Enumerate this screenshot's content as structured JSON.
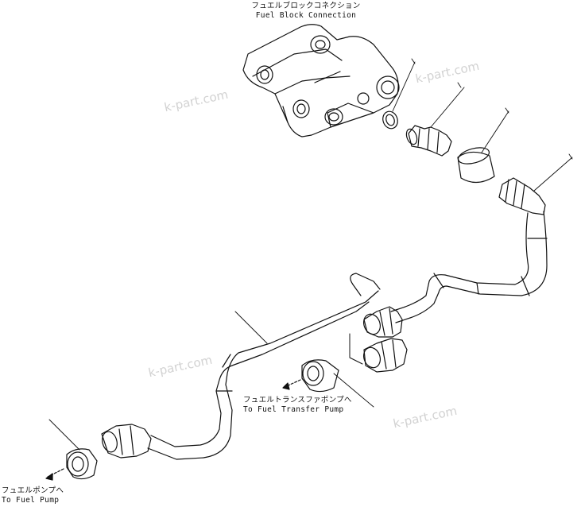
{
  "labels": {
    "fuel_block": {
      "jp": "フュエルブロックコネクション",
      "en": "Fuel Block Connection"
    },
    "transfer_pump": {
      "jp": "フュエルトランスファポンプへ",
      "en": "To Fuel Transfer Pump"
    },
    "fuel_pump": {
      "jp": "フュエルポンプへ",
      "en": "To Fuel Pump"
    }
  },
  "watermarks": [
    "k-part.com",
    "k-part.com",
    "k-part.com",
    "k-part.com"
  ]
}
